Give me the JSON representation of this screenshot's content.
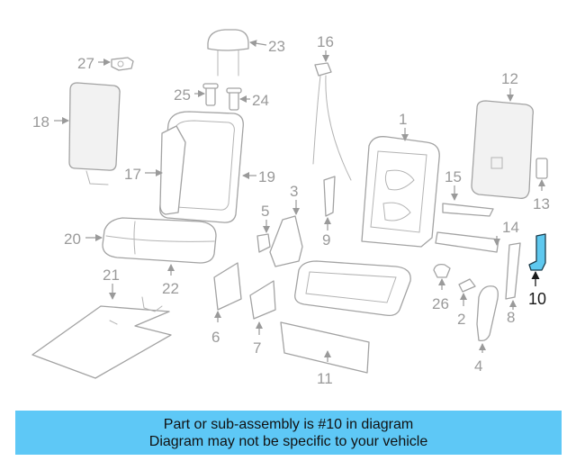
{
  "diagram": {
    "highlighted_part": "10",
    "highlight_color": "#5ec8ef",
    "callouts": [
      "1",
      "2",
      "3",
      "4",
      "5",
      "6",
      "7",
      "8",
      "9",
      "10",
      "11",
      "12",
      "13",
      "14",
      "15",
      "16",
      "17",
      "18",
      "19",
      "20",
      "21",
      "22",
      "23",
      "24",
      "25",
      "26",
      "27"
    ]
  },
  "banner": {
    "line1": "Part or sub-assembly is #10 in diagram",
    "line2": "Diagram may not be specific to your vehicle",
    "background": "#5ec8f6"
  }
}
